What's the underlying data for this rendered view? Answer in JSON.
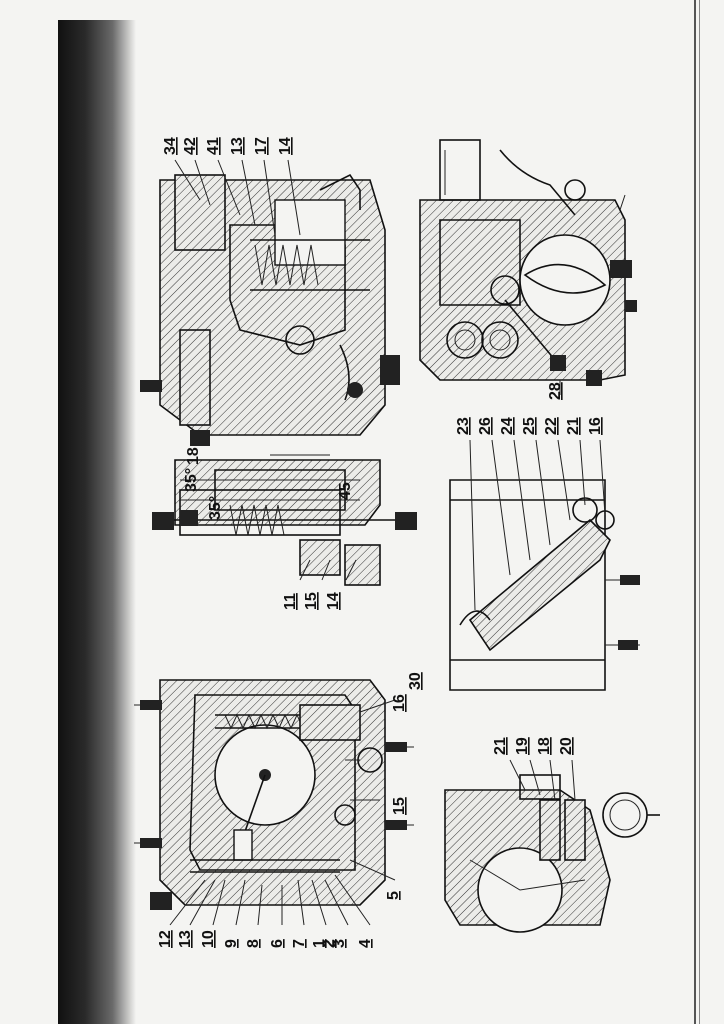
{
  "callouts": {
    "fig1": [
      "12",
      "13",
      "10",
      "9",
      "8",
      "6",
      "7",
      "1",
      "2",
      "3",
      "4",
      "5",
      "15",
      "16",
      "30"
    ],
    "fig2": [
      "11",
      "15",
      "14"
    ],
    "fig2_dims": [
      "35°",
      "35°",
      "18",
      "45"
    ],
    "fig3": [
      "34",
      "42",
      "41",
      "13",
      "17",
      "14"
    ],
    "fig4": [
      "21",
      "19",
      "18",
      "20"
    ],
    "fig5": [
      "23",
      "26",
      "24",
      "25",
      "22",
      "21",
      "16"
    ],
    "fig6": [
      "28"
    ]
  }
}
